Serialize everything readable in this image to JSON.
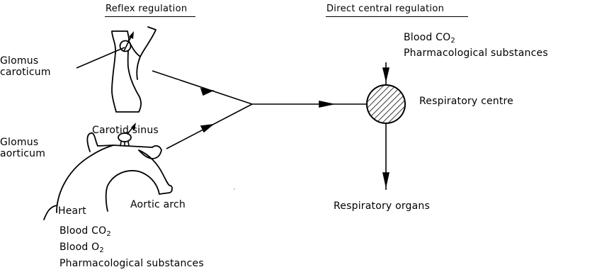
{
  "headers": {
    "reflex": "Reflex regulation",
    "central": "Direct central regulation"
  },
  "carotid": {
    "glomus_line1": "Glomus",
    "glomus_line2": "caroticum",
    "sinus": "Carotid sinus"
  },
  "aortic": {
    "glomus_line1": "Glomus",
    "glomus_line2": "aorticum",
    "arch": "Aortic arch",
    "heart": "Heart"
  },
  "reflex_inputs": {
    "blood": "Blood",
    "co2_formula": "CO",
    "o2_formula": "O",
    "subscript": "2",
    "pharma": "Pharmacological substances"
  },
  "central_inputs": {
    "blood": "Blood",
    "co2_formula": "CO",
    "subscript": "2",
    "pharma": "Pharmacological substances"
  },
  "centre": {
    "label": "Respiratory centre",
    "fill_pattern": "diagonal hatching"
  },
  "output": {
    "label": "Respiratory organs"
  },
  "colors": {
    "ink": "#000000",
    "background": "#ffffff"
  }
}
